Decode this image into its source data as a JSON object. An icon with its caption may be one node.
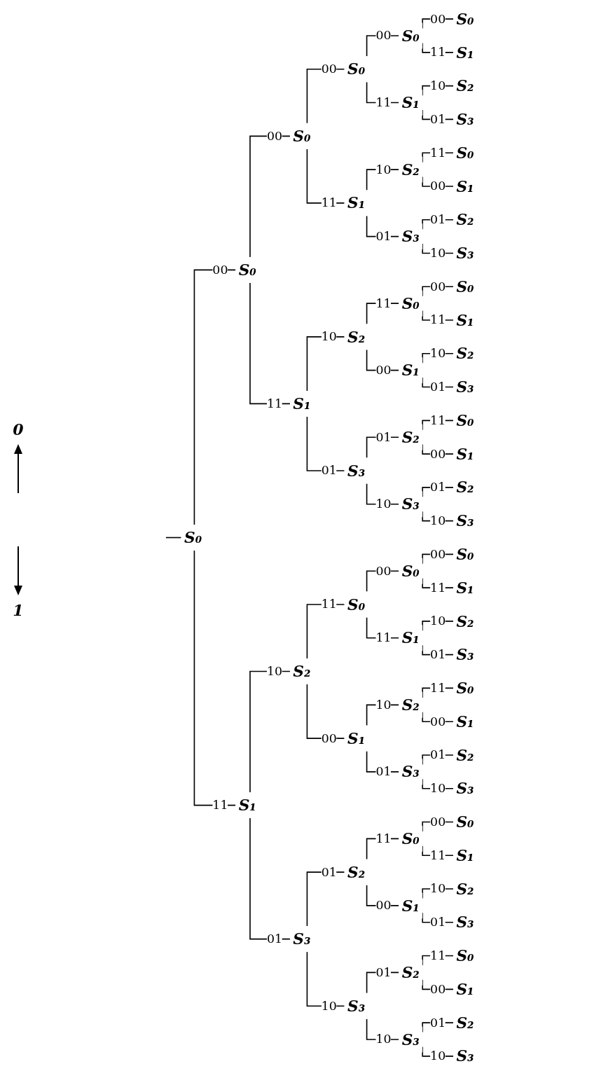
{
  "diagram": {
    "nodes": [
      {
        "text": [
          "S₀"
        ]
      },
      {
        "text": [
          "S₀"
        ]
      },
      {
        "text": [
          "S₁"
        ]
      },
      {
        "text": [
          "S₀"
        ]
      },
      {
        "text": [
          "S₁"
        ]
      },
      {
        "text": [
          "S₂"
        ]
      },
      {
        "text": [
          "S₃"
        ]
      },
      {
        "text": [
          "S₀"
        ]
      },
      {
        "text": [
          "S₁"
        ]
      },
      {
        "text": [
          "S₂"
        ]
      },
      {
        "text": [
          "S₃"
        ]
      },
      {
        "text": [
          "S₀"
        ]
      },
      {
        "text": [
          "S₁"
        ]
      },
      {
        "text": [
          "S₂"
        ]
      },
      {
        "text": [
          "S₃"
        ]
      },
      {
        "text": [
          "S₀"
        ]
      },
      {
        "text": [
          "S₁"
        ]
      },
      {
        "text": [
          "S₂"
        ]
      },
      {
        "text": [
          "S₃"
        ]
      },
      {
        "text": [
          "S₀"
        ]
      },
      {
        "text": [
          "S₁"
        ]
      },
      {
        "text": [
          "S₂"
        ]
      },
      {
        "text": [
          "S₃"
        ]
      },
      {
        "text": [
          "S₀"
        ]
      },
      {
        "text": [
          "S₁"
        ]
      },
      {
        "text": [
          "S₂"
        ]
      },
      {
        "text": [
          "S₃"
        ]
      },
      {
        "text": [
          "S₀"
        ]
      },
      {
        "text": [
          "S₁"
        ]
      },
      {
        "text": [
          "S₂"
        ]
      },
      {
        "text": [
          "S₃"
        ]
      },
      {
        "text": [
          "S₀"
        ]
      },
      {
        "text": [
          "S₁"
        ]
      },
      {
        "text": [
          "S₂"
        ]
      },
      {
        "text": [
          "S₃"
        ]
      },
      {
        "text": [
          "S₀"
        ]
      },
      {
        "text": [
          "S₁"
        ]
      },
      {
        "text": [
          "S₂"
        ]
      },
      {
        "text": [
          "S₃"
        ]
      },
      {
        "text": [
          "S₀"
        ]
      },
      {
        "text": [
          "S₁"
        ]
      },
      {
        "text": [
          "S₂"
        ]
      },
      {
        "text": [
          "S₃"
        ]
      },
      {
        "text": [
          "S₀"
        ]
      },
      {
        "text": [
          "S₁"
        ]
      },
      {
        "text": [
          "S₂"
        ]
      },
      {
        "text": [
          "S₃"
        ]
      },
      {
        "text": [
          "S₀"
        ]
      },
      {
        "text": [
          "S₁"
        ]
      },
      {
        "text": [
          "S₂"
        ]
      },
      {
        "text": [
          "S₃"
        ]
      },
      {
        "text": [
          "S₀"
        ]
      },
      {
        "text": [
          "S₁"
        ]
      },
      {
        "text": [
          "S₂"
        ]
      },
      {
        "text": [
          "S₃"
        ]
      },
      {
        "text": [
          "S₀"
        ]
      },
      {
        "text": [
          "S₁"
        ]
      },
      {
        "text": [
          "S₂"
        ]
      },
      {
        "text": [
          "S₃"
        ]
      },
      {
        "text": [
          "S₀"
        ]
      },
      {
        "text": [
          "S₁"
        ]
      },
      {
        "text": [
          "S₂"
        ]
      },
      {
        "text": [
          "S₃"
        ]
      }
    ],
    "edges": [
      {
        "from": null,
        "to": 0,
        "arrow": "none"
      },
      {
        "from": 0,
        "to": 1,
        "arrow": "none",
        "label": "00"
      },
      {
        "from": 0,
        "to": 2,
        "arrow": "none",
        "label": "11"
      },
      {
        "from": 1,
        "to": 3,
        "arrow": "none",
        "label": "00"
      },
      {
        "from": 1,
        "to": 4,
        "arrow": "none",
        "label": "11"
      },
      {
        "from": 2,
        "to": 5,
        "arrow": "none",
        "label": "10"
      },
      {
        "from": 2,
        "to": 6,
        "arrow": "none",
        "label": "01"
      },
      {
        "from": 3,
        "to": 7,
        "arrow": "none",
        "label": "00"
      },
      {
        "from": 3,
        "to": 8,
        "arrow": "none",
        "label": "11"
      },
      {
        "from": 4,
        "to": 9,
        "arrow": "none",
        "label": "10"
      },
      {
        "from": 4,
        "to": 10,
        "arrow": "none",
        "label": "01"
      },
      {
        "from": 5,
        "to": 11,
        "arrow": "none",
        "label": "11"
      },
      {
        "from": 5,
        "to": 12,
        "arrow": "none",
        "label": "00"
      },
      {
        "from": 6,
        "to": 13,
        "arrow": "none",
        "label": "01"
      },
      {
        "from": 6,
        "to": 14,
        "arrow": "none",
        "label": "10"
      },
      {
        "from": 7,
        "to": 15,
        "arrow": "none",
        "label": "00"
      },
      {
        "from": 7,
        "to": 16,
        "arrow": "none",
        "label": "11"
      },
      {
        "from": 8,
        "to": 17,
        "arrow": "none",
        "label": "10"
      },
      {
        "from": 8,
        "to": 18,
        "arrow": "none",
        "label": "01"
      },
      {
        "from": 9,
        "to": 19,
        "arrow": "none",
        "label": "11"
      },
      {
        "from": 9,
        "to": 20,
        "arrow": "none",
        "label": "00"
      },
      {
        "from": 10,
        "to": 21,
        "arrow": "none",
        "label": "01"
      },
      {
        "from": 10,
        "to": 22,
        "arrow": "none",
        "label": "10"
      },
      {
        "from": 11,
        "to": 23,
        "arrow": "none",
        "label": "00"
      },
      {
        "from": 11,
        "to": 24,
        "arrow": "none",
        "label": "11"
      },
      {
        "from": 12,
        "to": 25,
        "arrow": "none",
        "label": "10"
      },
      {
        "from": 12,
        "to": 26,
        "arrow": "none",
        "label": "01"
      },
      {
        "from": 13,
        "to": 27,
        "arrow": "none",
        "label": "11"
      },
      {
        "from": 13,
        "to": 28,
        "arrow": "none",
        "label": "00"
      },
      {
        "from": 14,
        "to": 29,
        "arrow": "none",
        "label": "01"
      },
      {
        "from": 14,
        "to": 30,
        "arrow": "none",
        "label": "10"
      },
      {
        "from": 15,
        "to": 31,
        "arrow": "none",
        "label": "00"
      },
      {
        "from": 15,
        "to": 32,
        "arrow": "none",
        "label": "11"
      },
      {
        "from": 16,
        "to": 33,
        "arrow": "none",
        "label": "10"
      },
      {
        "from": 16,
        "to": 34,
        "arrow": "none",
        "label": "01"
      },
      {
        "from": 17,
        "to": 35,
        "arrow": "none",
        "label": "11"
      },
      {
        "from": 17,
        "to": 36,
        "arrow": "none",
        "label": "00"
      },
      {
        "from": 18,
        "to": 37,
        "arrow": "none",
        "label": "01"
      },
      {
        "from": 18,
        "to": 38,
        "arrow": "none",
        "label": "10"
      },
      {
        "from": 19,
        "to": 39,
        "arrow": "none",
        "label": "00"
      },
      {
        "from": 19,
        "to": 40,
        "arrow": "none",
        "label": "11"
      },
      {
        "from": 20,
        "to": 41,
        "arrow": "none",
        "label": "10"
      },
      {
        "from": 20,
        "to": 42,
        "arrow": "none",
        "label": "01"
      },
      {
        "from": 21,
        "to": 43,
        "arrow": "none",
        "label": "11"
      },
      {
        "from": 21,
        "to": 44,
        "arrow": "none",
        "label": "00"
      },
      {
        "from": 22,
        "to": 45,
        "arrow": "none",
        "label": "01"
      },
      {
        "from": 22,
        "to": 46,
        "arrow": "none",
        "label": "10"
      },
      {
        "from": 23,
        "to": 47,
        "arrow": "none",
        "label": "00"
      },
      {
        "from": 23,
        "to": 48,
        "arrow": "none",
        "label": "11"
      },
      {
        "from": 24,
        "to": 49,
        "arrow": "none",
        "label": "10"
      },
      {
        "from": 24,
        "to": 50,
        "arrow": "none",
        "label": "01"
      },
      {
        "from": 25,
        "to": 51,
        "arrow": "none",
        "label": "11"
      },
      {
        "from": 25,
        "to": 52,
        "arrow": "none",
        "label": "00"
      },
      {
        "from": 26,
        "to": 53,
        "arrow": "none",
        "label": "01"
      },
      {
        "from": 26,
        "to": 54,
        "arrow": "none",
        "label": "10"
      },
      {
        "from": 27,
        "to": 55,
        "arrow": "none",
        "label": "00"
      },
      {
        "from": 27,
        "to": 56,
        "arrow": "none",
        "label": "11"
      },
      {
        "from": 28,
        "to": 57,
        "arrow": "none",
        "label": "10"
      },
      {
        "from": 28,
        "to": 58,
        "arrow": "none",
        "label": "01"
      },
      {
        "from": 29,
        "to": 59,
        "arrow": "none",
        "label": "11"
      },
      {
        "from": 29,
        "to": 60,
        "arrow": "none",
        "label": "00"
      },
      {
        "from": 30,
        "to": 61,
        "arrow": "none",
        "label": "01"
      },
      {
        "from": 30,
        "to": 62,
        "arrow": "none",
        "label": "10"
      }
    ],
    "labels": [
      "0",
      "1"
    ]
  }
}
